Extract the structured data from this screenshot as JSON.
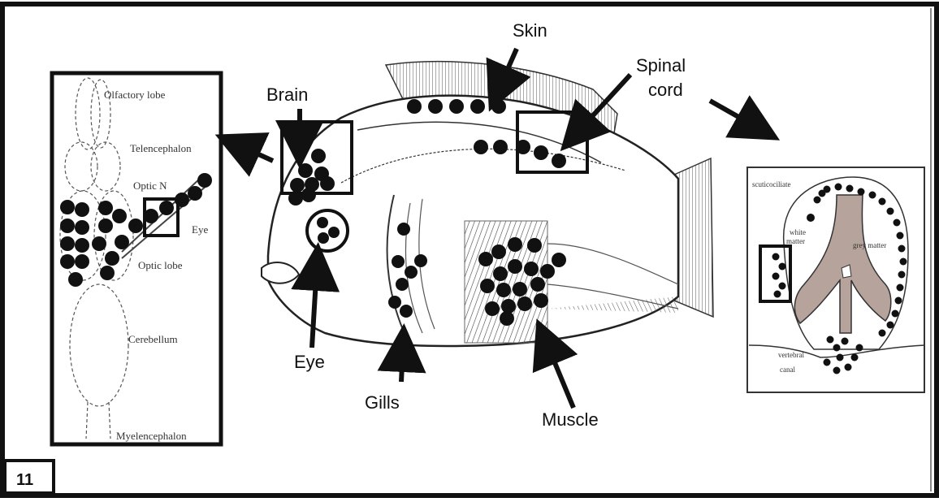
{
  "figure_number": "11",
  "fish_labels": {
    "skin": "Skin",
    "spinal_cord": [
      "Spinal",
      "cord"
    ],
    "brain": "Brain",
    "eye": "Eye",
    "gills": "Gills",
    "muscle": "Muscle"
  },
  "brain_panel": {
    "olfactory_lobe": "Olfactory lobe",
    "telencephalon": "Telencephalon",
    "optic_n": "Optic N",
    "eye": "Eye",
    "optic_lobe": "Optic lobe",
    "cerebellum": "Cerebellum",
    "myelencephalon": "Myelencephalon"
  },
  "spinal_panel": {
    "scuticociliate": "scuticociliate",
    "white_matter": [
      "white",
      "matter"
    ],
    "grey_matter": "grey matter",
    "vertebral_canal": [
      "vertebral",
      "canal"
    ]
  },
  "colors": {
    "ink": "#111111",
    "grey_matter_fill": "#b5a39c",
    "background": "#ffffff"
  }
}
